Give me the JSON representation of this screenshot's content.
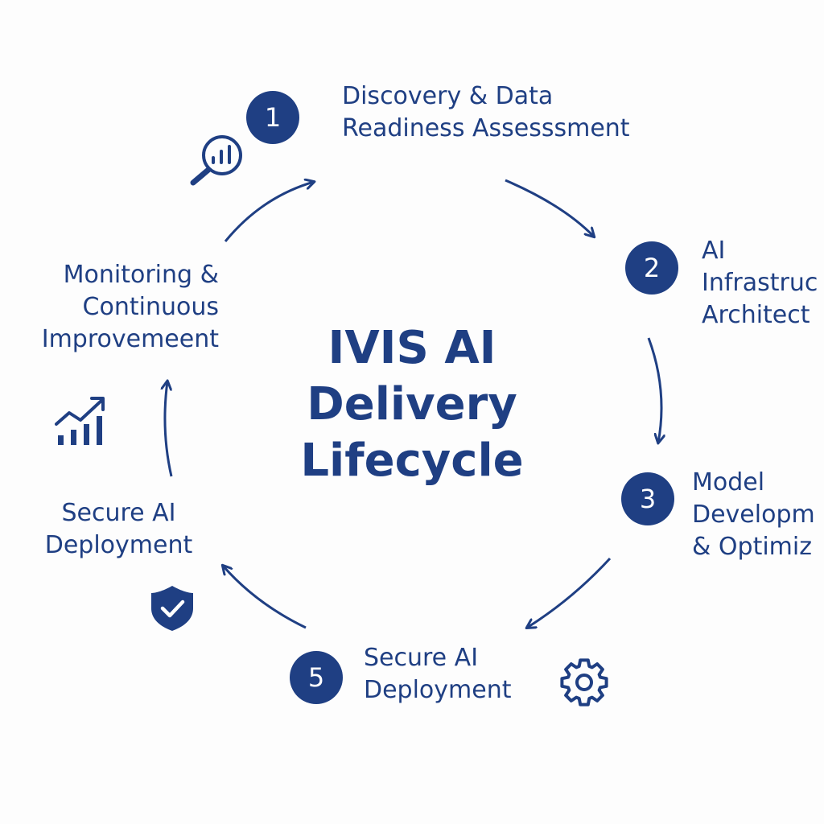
{
  "colors": {
    "primary": "#1f3f83",
    "background": "#fdfdfd"
  },
  "center_title": [
    "IVIS AI",
    "Delivery",
    "Lifecycle"
  ],
  "steps": [
    {
      "number": "1",
      "lines": [
        "Discovery & Data",
        "Readiness Assesssment"
      ]
    },
    {
      "number": "2",
      "lines": [
        "AI",
        "Infrastruc",
        "Architect"
      ]
    },
    {
      "number": "3",
      "lines": [
        "Model",
        "Developm",
        "& Optimiz"
      ]
    },
    {
      "number": "5",
      "lines": [
        "Secure AI",
        "Deployment"
      ]
    }
  ],
  "side_labels": {
    "monitoring": [
      "Monitoring &",
      "Continuous",
      "Improvemeent"
    ],
    "secure_left": [
      "Secure AI",
      "Deployment"
    ]
  },
  "icons": [
    "search-chart-icon",
    "growth-chart-icon",
    "shield-check-icon",
    "gear-icon"
  ]
}
